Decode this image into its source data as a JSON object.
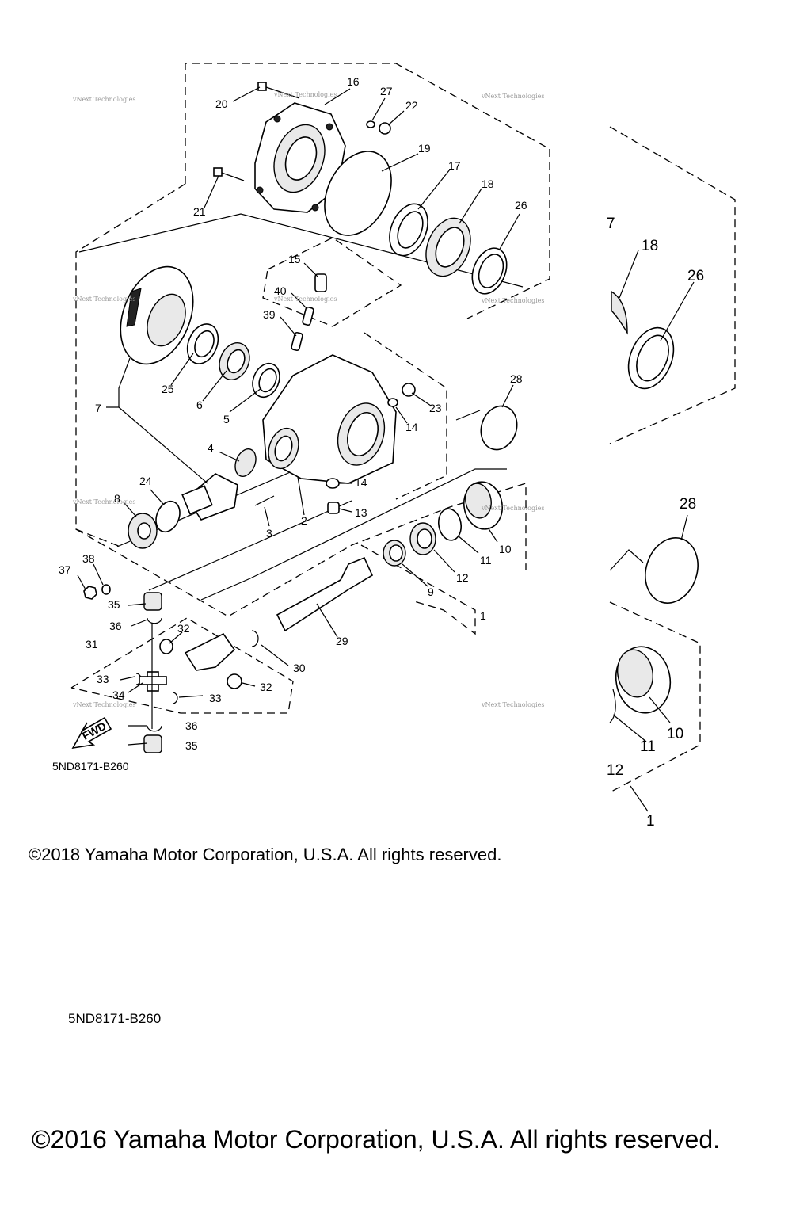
{
  "diagram": {
    "part_code": "5ND8171-B260",
    "fwd_label": "FWD",
    "watermark": "vNext Technologies",
    "callouts": [
      "1",
      "2",
      "3",
      "4",
      "5",
      "6",
      "7",
      "8",
      "9",
      "10",
      "11",
      "12",
      "13",
      "14",
      "15",
      "16",
      "17",
      "18",
      "19",
      "20",
      "21",
      "22",
      "23",
      "24",
      "25",
      "26",
      "27",
      "28",
      "29",
      "30",
      "31",
      "32",
      "33",
      "34",
      "35",
      "36",
      "37",
      "38",
      "39",
      "40"
    ],
    "zoom_callouts": [
      "7",
      "18",
      "26",
      "28",
      "10",
      "11",
      "12",
      "1"
    ]
  },
  "footer": {
    "copyright_2018": "©2018 Yamaha Motor Corporation, U.S.A. All rights reserved.",
    "part_code": "5ND8171-B260",
    "copyright_2016": "©2016 Yamaha Motor Corporation, U.S.A. All rights reserved."
  }
}
